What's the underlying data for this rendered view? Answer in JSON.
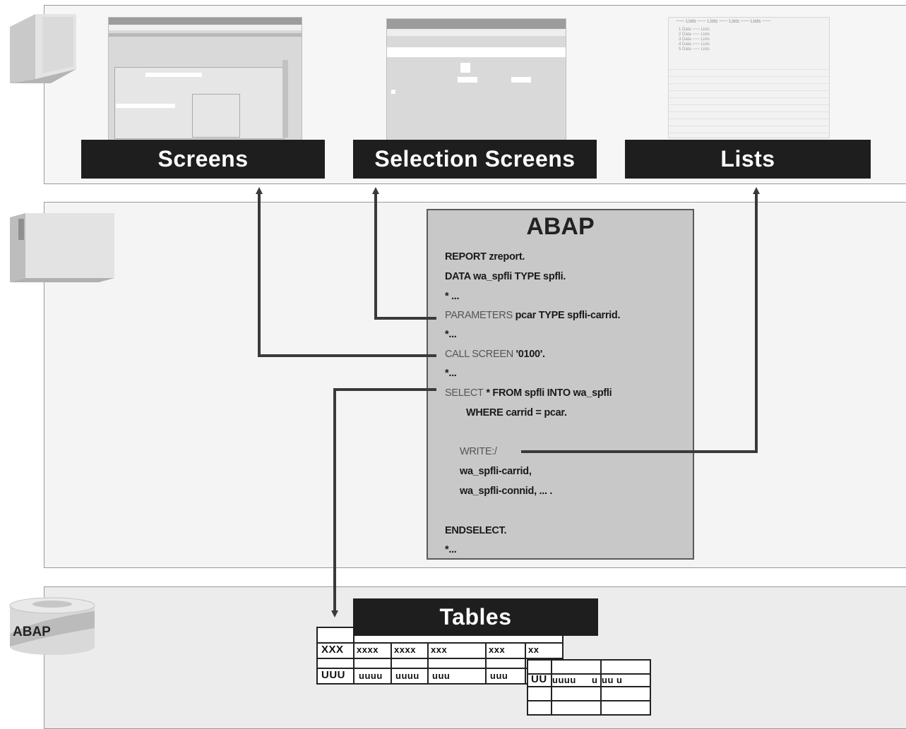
{
  "presentation": {
    "screens_label": "Screens",
    "selection_screens_label": "Selection Screens",
    "lists_label": "Lists",
    "list_thumb_header": "~~~ Lists ~~~ Lists ~~~ Lists ~~~ Lists ~~~",
    "list_thumb_rows": [
      "1 Data ~~~ Lists",
      "2 Data ~~~ Lists",
      "3 Data ~~~ Lists",
      "4 Data ~~~ Lists",
      "5 Data ~~~ Lists"
    ]
  },
  "program": {
    "title": "ABAP",
    "lines": {
      "l1": "REPORT zreport.",
      "l2": "DATA wa_spfli TYPE spfli.",
      "l3": "* ...",
      "l4_kw": "PARAMETERS",
      "l4_rest": " pcar TYPE spfli-carrid.",
      "l5": "*...",
      "l6_kw": "CALL SCREEN",
      "l6_rest": " '0100'.",
      "l7": "*...",
      "l8_kw": "SELECT",
      "l8_rest": " * FROM spfli INTO wa_spfli",
      "l9": "WHERE carrid = pcar.",
      "l10_kw": "WRITE:/",
      "l11": "wa_spfli-carrid,",
      "l12": "wa_spfli-connid, ... .",
      "l13": "ENDSELECT.",
      "l14": "*..."
    }
  },
  "database": {
    "disk_label": "ABAP",
    "tables_label": "Tables",
    "table1_row1": [
      "XXX",
      "xxxx",
      "xxxx",
      "xxx",
      "xxx",
      "xx"
    ],
    "table1_row2": [
      "UUU",
      "uuuu",
      "uuuu",
      "uuu",
      "uuu"
    ],
    "table2_row1": [
      "UU",
      "uuuu",
      "u",
      "uu u"
    ]
  },
  "colors": {
    "label_bg": "#1e1e1e",
    "code_box_bg": "#c8c8c8",
    "arrow": "#3a3a3a"
  }
}
